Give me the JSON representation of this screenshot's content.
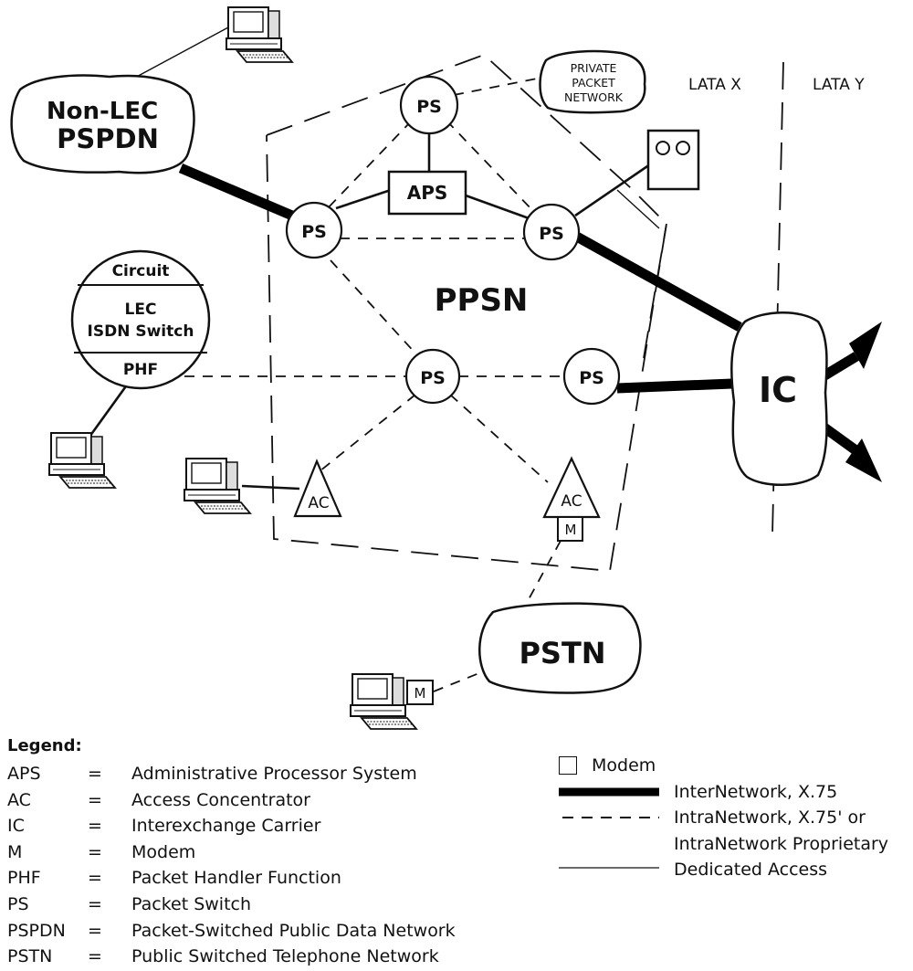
{
  "clouds": {
    "non_lec_line1": "Non-LEC",
    "non_lec_line2": "PSPDN",
    "private_line1": "PRIVATE",
    "private_line2": "PACKET",
    "private_line3": "NETWORK",
    "ic": "IC",
    "pstn": "PSTN"
  },
  "lata": {
    "x": "LATA X",
    "y": "LATA Y"
  },
  "nodes": {
    "ps": "PS",
    "aps": "APS",
    "ac": "AC",
    "m": "M",
    "ppsn": "PPSN"
  },
  "lec_switch": {
    "top": "Circuit",
    "mid1": "LEC",
    "mid2": "ISDN Switch",
    "bottom": "PHF"
  },
  "legend": {
    "title": "Legend:",
    "items": [
      {
        "abbr": "APS",
        "eq": "=",
        "desc": "Administrative Processor System"
      },
      {
        "abbr": "AC",
        "eq": "=",
        "desc": "Access Concentrator"
      },
      {
        "abbr": "IC",
        "eq": "=",
        "desc": "Interexchange Carrier"
      },
      {
        "abbr": "M",
        "eq": "=",
        "desc": "Modem"
      },
      {
        "abbr": "PHF",
        "eq": "=",
        "desc": "Packet Handler Function"
      },
      {
        "abbr": "PS",
        "eq": "=",
        "desc": "Packet Switch"
      },
      {
        "abbr": "PSPDN",
        "eq": "=",
        "desc": "Packet-Switched Public Data Network"
      },
      {
        "abbr": "PSTN",
        "eq": "=",
        "desc": "Public Switched Telephone Network"
      }
    ]
  },
  "key": {
    "modem": "Modem",
    "internetwork": "InterNetwork, X.75",
    "intranetwork_1": "IntraNetwork, X.75' or",
    "intranetwork_2": "IntraNetwork Proprietary",
    "dedicated": "Dedicated Access"
  }
}
